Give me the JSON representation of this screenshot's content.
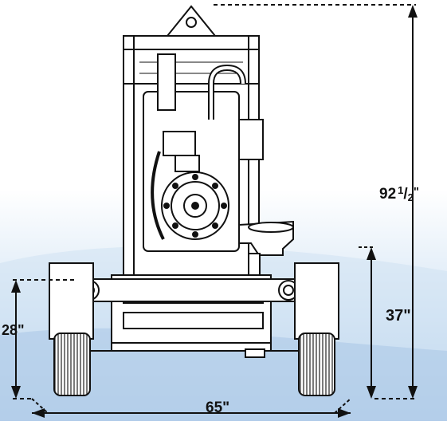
{
  "dimensions": {
    "overall_height": {
      "whole": "92",
      "numerator": "1",
      "denominator": "2",
      "unit": "\""
    },
    "discharge_height": "37\"",
    "axle_height": "28\"",
    "overall_width": "65\""
  },
  "colors": {
    "line": "#111111",
    "background_top": "#ffffff",
    "background_bottom": "#bcd6ee",
    "tire": "#8c8c8c",
    "frame": "#ffffff"
  }
}
